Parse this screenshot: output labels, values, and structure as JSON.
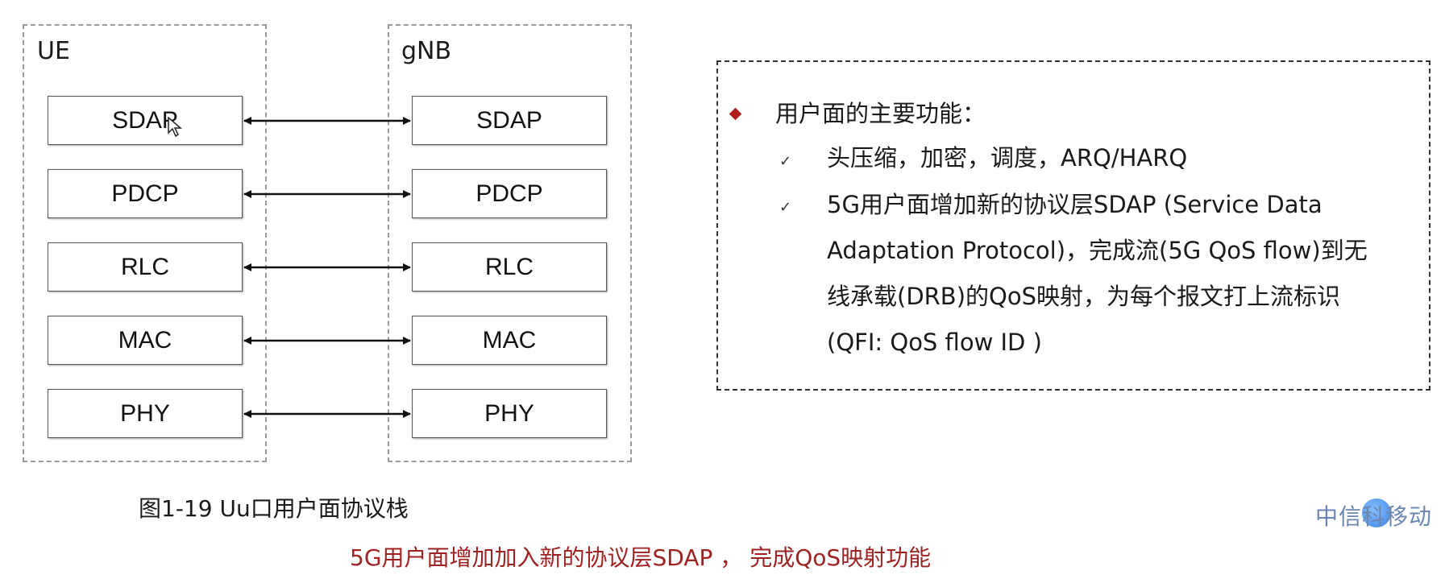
{
  "diagram": {
    "ue_label": "UE",
    "gnb_label": "gNB",
    "layers": [
      "SDAP",
      "PDCP",
      "RLC",
      "MAC",
      "PHY"
    ],
    "caption": "图1-19  Uu口用户面协议栈"
  },
  "info": {
    "heading": "用户面的主要功能：",
    "item1": "头压缩，加密，调度，ARQ/HARQ",
    "item2_lines": [
      "5G用户面增加新的协议层SDAP (Service Data",
      "Adaptation Protocol)，完成流(5G QoS flow)到无",
      "线承载(DRB)的QoS映射，为每个报文打上流标识",
      "(QFI: QoS flow ID )"
    ]
  },
  "footer_note": "5G用户面增加加入新的协议层SDAP ， 完成QoS映射功能",
  "watermark": "中信科移动",
  "colors": {
    "bullet": "#b01e1e",
    "footer": "#9e2222",
    "watermark": "#6b86b0"
  }
}
